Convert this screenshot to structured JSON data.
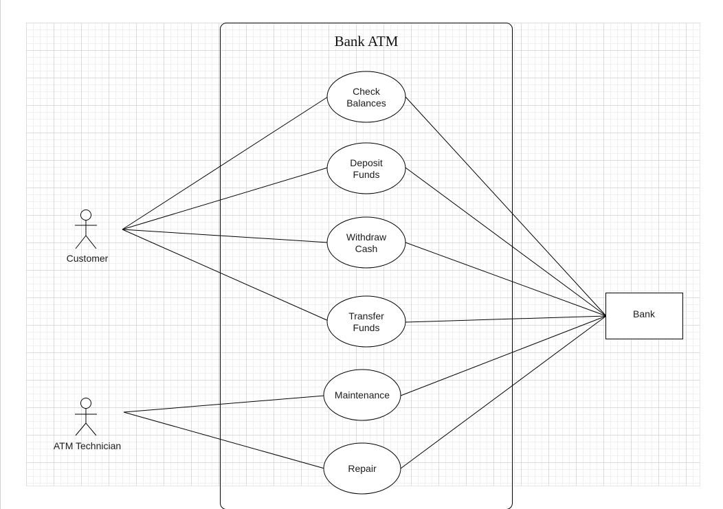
{
  "system": {
    "title": "Bank ATM"
  },
  "actors": {
    "customer": "Customer",
    "technician": "ATM Technician",
    "bank": "Bank"
  },
  "use_cases": {
    "check_balances": [
      "Check",
      "Balances"
    ],
    "deposit_funds": [
      "Deposit",
      "Funds"
    ],
    "withdraw_cash": [
      "Withdraw",
      "Cash"
    ],
    "transfer_funds": [
      "Transfer",
      "Funds"
    ],
    "maintenance": [
      "Maintenance"
    ],
    "repair": [
      "Repair"
    ]
  },
  "colors": {
    "stroke": "#000000",
    "text": "#1a1a1a",
    "grid_major": "#dcdcdc",
    "grid_minor": "#f0f0f0"
  }
}
